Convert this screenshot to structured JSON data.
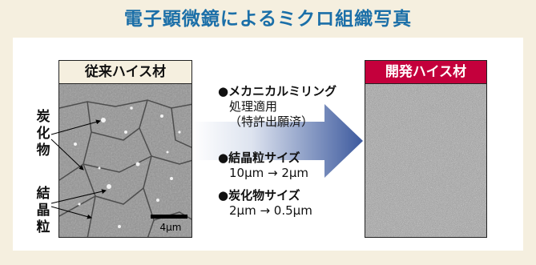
{
  "title": "電子顕微鏡によるミクロ組織写真",
  "left_panel": {
    "label": "従来ハイス材",
    "scale_label": "4μm",
    "annotation_carbide": [
      "炭",
      "化",
      "物"
    ],
    "annotation_grain": [
      "結",
      "晶",
      "粒"
    ]
  },
  "right_panel": {
    "label": "開発ハイス材"
  },
  "process": {
    "line1": "●メカニカルミリング",
    "line2": "処理適用",
    "line3": "（特許出願済）"
  },
  "grain_size": {
    "heading": "●結晶粒サイズ",
    "value": "10μm → 2μm"
  },
  "carbide_size": {
    "heading": "●炭化物サイズ",
    "value": "2μm → 0.5μm"
  },
  "colors": {
    "title": "#1b6fa8",
    "background": "#f5efdf",
    "right_label": "#c4003c",
    "arrow_start": "#ffffff",
    "arrow_end": "#3d5a9e"
  }
}
